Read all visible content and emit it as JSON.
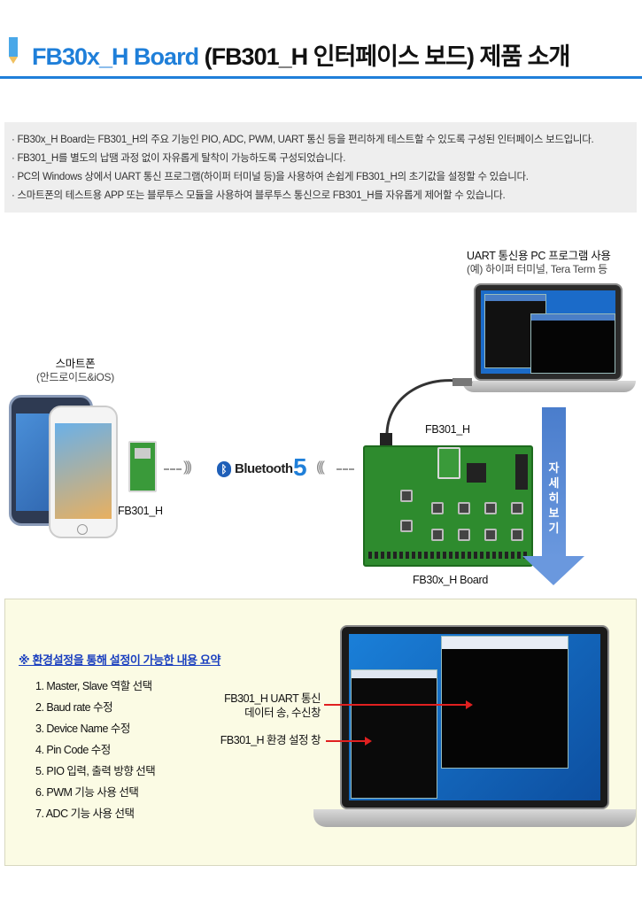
{
  "header": {
    "title_accent": "FB30x_H Board",
    "title_rest": " (FB301_H 인터페이스 보드) 제품 소개"
  },
  "summary": [
    "FB30x_H Board는 FB301_H의 주요 기능인 PIO, ADC, PWM, UART 통신 등을 편리하게 테스트할 수 있도록 구성된 인터페이스 보드입니다.",
    "FB301_H를 별도의 납땜 과정 없이 자유롭게 탈착이 가능하도록 구성되었습니다.",
    "PC의 Windows 상에서 UART 통신 프로그램(하이퍼 터미널 등)을 사용하여 손쉽게 FB301_H의 초기값을 설정할 수 있습니다.",
    "스마트폰의 테스트용 APP 또는 블루투스 모듈을 사용하여 블루투스 통신으로 FB301_H를 자유롭게 제어할 수 있습니다."
  ],
  "diagram": {
    "pc_label": "UART 통신용 PC 프로그램 사용",
    "pc_sublabel": "(예) 하이퍼 터미널, Tera Term 등",
    "smartphone_label": "스마트폰",
    "smartphone_sublabel": "(안드로이드&iOS)",
    "module_label_left": "FB301_H",
    "module_label_top": "FB301_H",
    "board_label": "FB30x_H Board",
    "bluetooth_text": "Bluetooth",
    "bluetooth_version": "5",
    "bluetooth_icon": "bluetooth-icon",
    "detail_button": "자세히보기"
  },
  "settings": {
    "title": "※ 환경설정을 통해 설정이 가능한 내용 요약",
    "items": [
      "1. Master, Slave 역할 선택",
      "2. Baud rate 수정",
      "3. Device Name 수정",
      "4. Pin Code 수정",
      "5. PIO 입력, 출력 방향 선택",
      "6. PWM 기능 사용 선택",
      "7. ADC 기능 사용 선택"
    ],
    "callout_uart_line1": "FB301_H UART 통신",
    "callout_uart_line2": "데이터 송, 수신창",
    "callout_config": "FB301_H 환경 설정 창"
  },
  "colors": {
    "accent": "#1f7fd9",
    "arrow": "#5a8ad6",
    "settings_bg": "#fbfbe4",
    "callout_line": "#e02020"
  }
}
